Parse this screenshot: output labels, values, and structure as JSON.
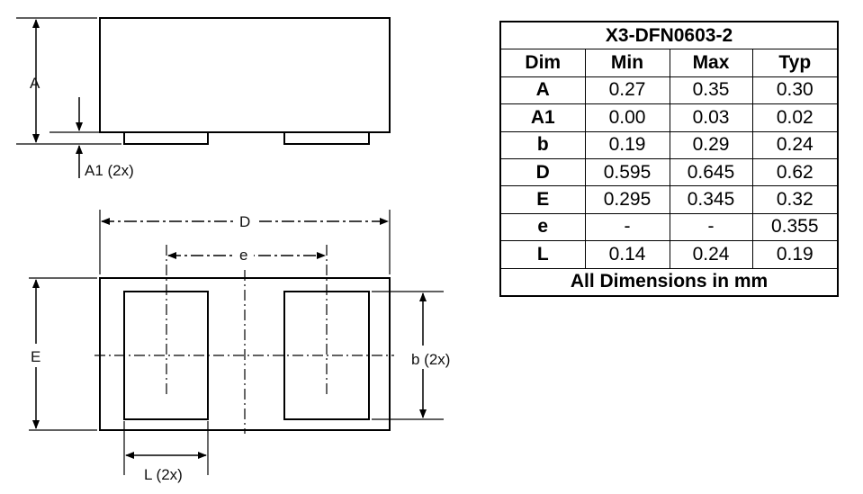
{
  "drawing": {
    "labels": {
      "A": "A",
      "A1": "A1 (2x)",
      "D": "D",
      "e": "e",
      "E": "E",
      "b": "b (2x)",
      "L": "L (2x)"
    }
  },
  "table": {
    "title": "X3-DFN0603-2",
    "headers": [
      "Dim",
      "Min",
      "Max",
      "Typ"
    ],
    "rows": [
      {
        "dim": "A",
        "min": "0.27",
        "max": "0.35",
        "typ": "0.30"
      },
      {
        "dim": "A1",
        "min": "0.00",
        "max": "0.03",
        "typ": "0.02"
      },
      {
        "dim": "b",
        "min": "0.19",
        "max": "0.29",
        "typ": "0.24"
      },
      {
        "dim": "D",
        "min": "0.595",
        "max": "0.645",
        "typ": "0.62"
      },
      {
        "dim": "E",
        "min": "0.295",
        "max": "0.345",
        "typ": "0.32"
      },
      {
        "dim": "e",
        "min": "-",
        "max": "-",
        "typ": "0.355"
      },
      {
        "dim": "L",
        "min": "0.14",
        "max": "0.24",
        "typ": "0.19"
      }
    ],
    "footer": "All Dimensions in mm"
  }
}
